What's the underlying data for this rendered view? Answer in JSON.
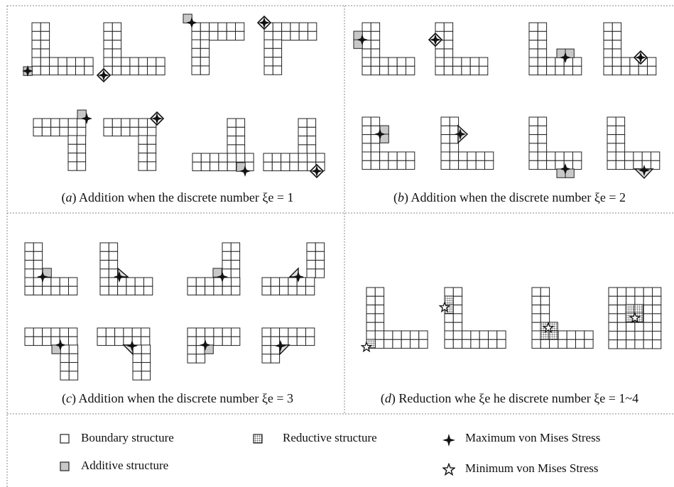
{
  "panels": {
    "a": {
      "letter": "a",
      "caption": "Addition when the discrete number ξe = 1"
    },
    "b": {
      "letter": "b",
      "caption": "Addition when the discrete number ξe = 2"
    },
    "c": {
      "letter": "c",
      "caption": "Addition when the discrete number ξe = 3"
    },
    "d": {
      "letter": "d",
      "caption": "Reduction whe ξe he discrete number ξe = 1~4"
    }
  },
  "legend": {
    "boundary": "Boundary structure",
    "additive": "Additive structure",
    "reductive": "Reductive structure",
    "max_stress": "Maximum von Mises Stress",
    "min_stress": "Minimum von Mises Stress"
  },
  "colors": {
    "cell_fill": "#ffffff",
    "cell_stroke": "#222222",
    "additive_fill": "#c8c8c8",
    "divider": "#8a8a8a",
    "star_fill": "#111111"
  },
  "icons": {
    "max_marker": "four-point-star-icon",
    "min_marker": "five-point-star-outline-icon",
    "reductive_marker": "hatched-square-icon"
  }
}
